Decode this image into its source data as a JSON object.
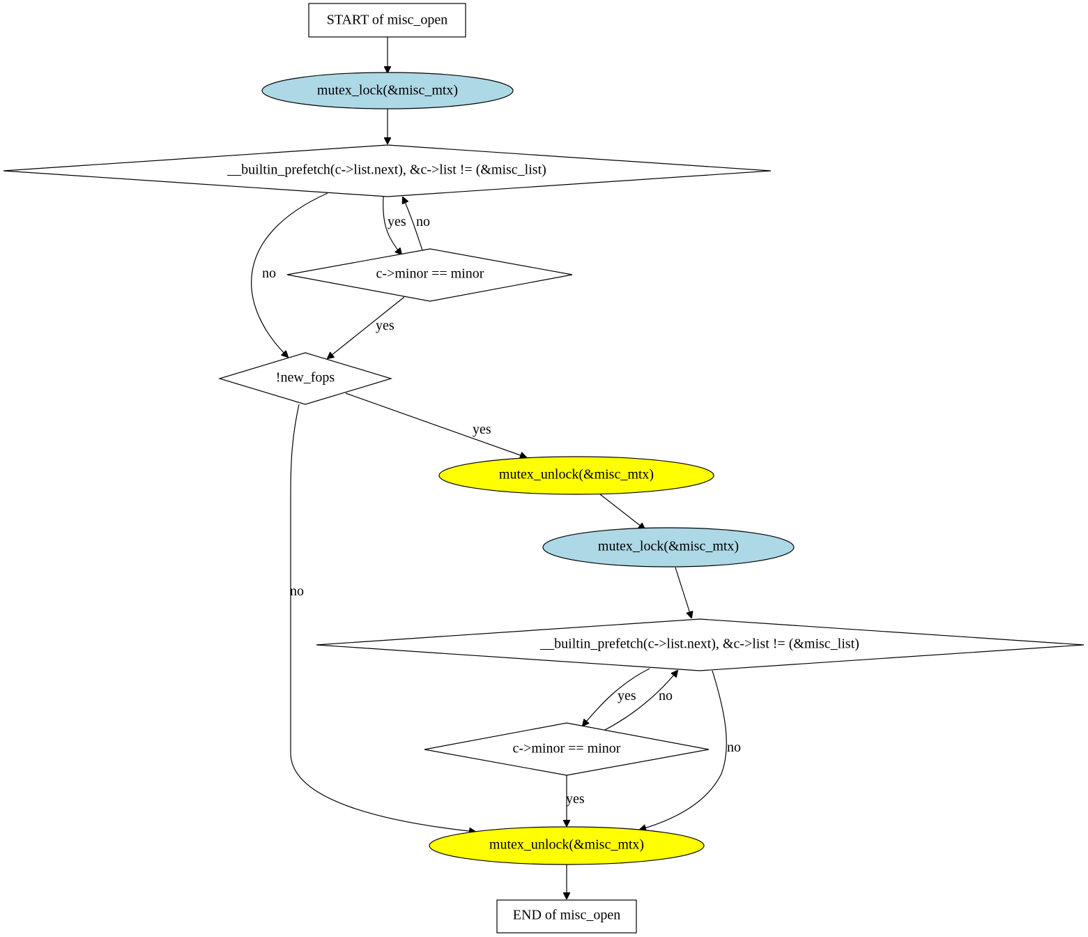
{
  "colors": {
    "lock_fill": "#add8e6",
    "unlock_fill": "#ffff00",
    "default_fill": "#ffffff",
    "stroke": "#000000"
  },
  "nodes": {
    "start": "START of misc_open",
    "lock1": "mutex_lock(&misc_mtx)",
    "loop1": "__builtin_prefetch(c->list.next), &c->list != (&misc_list)",
    "cond1": "c->minor == minor",
    "newfops": "!new_fops",
    "unlock1": "mutex_unlock(&misc_mtx)",
    "lock2": "mutex_lock(&misc_mtx)",
    "loop2": "__builtin_prefetch(c->list.next), &c->list != (&misc_list)",
    "cond2": "c->minor == minor",
    "unlock2": "mutex_unlock(&misc_mtx)",
    "end": "END of misc_open"
  },
  "edges": {
    "loop1_yes": "yes",
    "cond1_no": "no",
    "loop1_no": "no",
    "cond1_yes": "yes",
    "newfops_yes": "yes",
    "newfops_no": "no",
    "loop2_yes": "yes",
    "cond2_no": "no",
    "loop2_no": "no",
    "cond2_yes": "yes"
  }
}
